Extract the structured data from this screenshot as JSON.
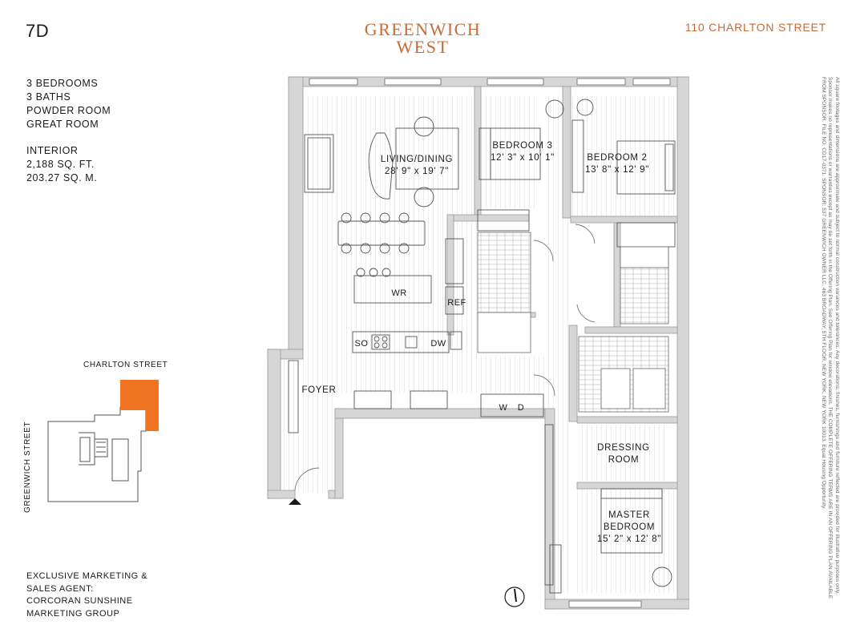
{
  "unit": "7D",
  "brand": {
    "line1": "GREENWICH",
    "line2": "WEST",
    "color": "#c96a35"
  },
  "address": "110 CHARLTON STREET",
  "specs": [
    "3 BEDROOMS",
    "3 BATHS",
    "POWDER ROOM",
    "GREAT ROOM"
  ],
  "interior": {
    "heading": "INTERIOR",
    "sqft": "2,188 SQ. FT.",
    "sqm": "203.27 SQ. M."
  },
  "keyplan": {
    "north_street": "CHARLTON STREET",
    "west_street": "GREENWICH STREET",
    "highlight_color": "#f07422"
  },
  "rooms": {
    "living": {
      "name": "LIVING/DINING",
      "dims": "28' 9\" x 19' 7\""
    },
    "bed3": {
      "name": "BEDROOM 3",
      "dims": "12' 3\" x 10' 1\""
    },
    "bed2": {
      "name": "BEDROOM 2",
      "dims": "13' 8\" x 12' 9\""
    },
    "foyer": {
      "name": "FOYER"
    },
    "dressing": {
      "line1": "DRESSING",
      "line2": "ROOM"
    },
    "master": {
      "line1": "MASTER",
      "line2": "BEDROOM",
      "dims": "15' 2\" x 12' 8\""
    }
  },
  "appliances": {
    "wr": "WR",
    "ref": "REF",
    "so": "SO",
    "dw": "DW",
    "w": "W",
    "d": "D"
  },
  "agent": [
    "EXCLUSIVE MARKETING &",
    "SALES AGENT:",
    "CORCORAN SUNSHINE",
    "MARKETING GROUP"
  ],
  "disclaimer": "All square footages and dimensions are approximate and subject to normal construction variances and tolerances. Any decorations, finishes, furnishings and furniture reflected are provided for illustrative purposes only. Sponsor makes no representations or warranties except as may be set forth in the Offering Plan. See Offering Plan for window elevations. THE COMPLETE OFFERING TERMS ARE IN AN OFFERING PLAN AVAILABLE FROM SPONSOR. FILE NO. CD17-0371. SPONSOR: 537 GREENWICH OWNER LLC, 463 BROADWAY, 5TH FLOOR, NEW YORK, NEW YORK 10013. Equal Housing Opportunity."
}
